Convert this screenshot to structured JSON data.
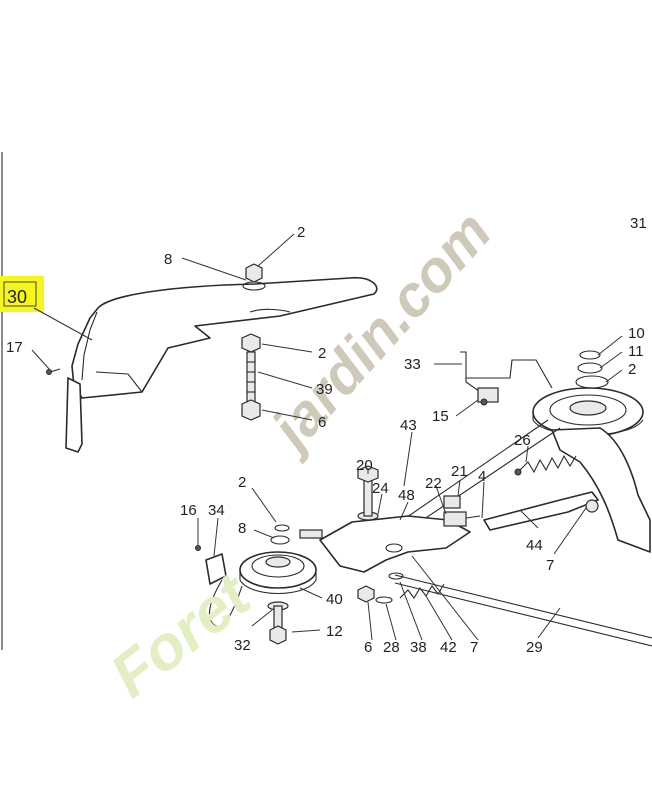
{
  "diagram": {
    "highlight_color": "#f6f61a",
    "highlighted_label": "30",
    "labels": {
      "l2_top": "2",
      "l8_top": "8",
      "l30": "30",
      "l17": "17",
      "l2_bolt": "2",
      "l39": "39",
      "l6_bolt": "6",
      "l31": "31",
      "l10": "10",
      "l11": "11",
      "l2_right": "2",
      "l33": "33",
      "l15": "15",
      "l43": "43",
      "l26": "26",
      "l20": "20",
      "l24": "24",
      "l48": "48",
      "l21": "21",
      "l22": "22",
      "l4": "4",
      "l2_mid": "2",
      "l16": "16",
      "l34": "34",
      "l8_mid": "8",
      "l44": "44",
      "l7_right": "7",
      "l40": "40",
      "l12": "12",
      "l32": "32",
      "l6_bottom": "6",
      "l28": "28",
      "l38": "38",
      "l42": "42",
      "l7_bottom": "7",
      "l29": "29"
    }
  },
  "watermark": {
    "top_text": "jardin.com",
    "bottom_text": "Foret",
    "top_color": "#cfc9b9",
    "bottom_color": "#e3efc2"
  }
}
